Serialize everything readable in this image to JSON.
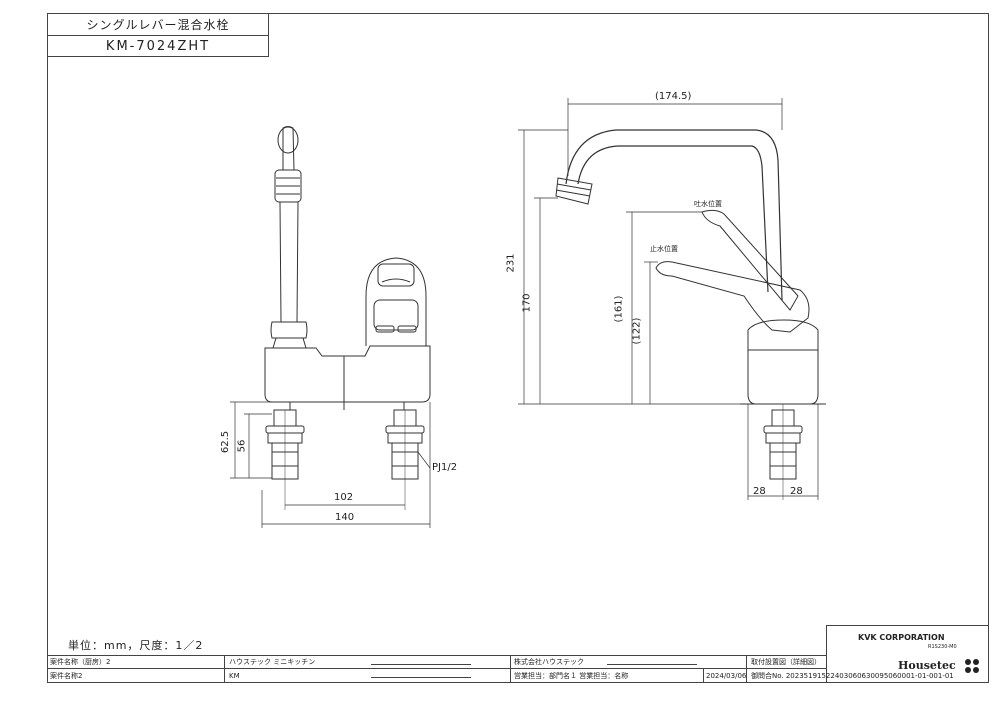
{
  "title": {
    "product_name": "シングルレバー混合水栓",
    "model": "KM-7024ZHT"
  },
  "dimensions": {
    "width_spout": "(174.5)",
    "height_total": "231",
    "height_spout": "170",
    "height_open": "(161)",
    "height_closed": "(122)",
    "height_shank": "62.5",
    "height_inlet": "56",
    "width_inner": "102",
    "width_outer": "140",
    "base_left": "28",
    "base_right": "28",
    "thread": "PJ1/2"
  },
  "labels": {
    "open_position": "吐水位置",
    "closed_position": "止水位置"
  },
  "unit_scale": "単位：mm，尺度：1／2",
  "title_block": {
    "case_name_1_label": "案件名称（厨房）2",
    "case_name_1_value": "ハウステック ミニキッチン",
    "case_name_2_label": "案件名称2",
    "case_name_2_value": "KM",
    "company": "株式会社ハウステック",
    "sales_person": "営業担当：部門名１ 営業担当：名称",
    "date": "2024/03/06",
    "drawing_type": "取付設置図（詳細図）",
    "inquiry_no": "御問合No. 20235191522403060630095060001-01-001-01"
  },
  "brand": {
    "kvk": "KVK CORPORATION",
    "kvk_code": "R1S230-M0",
    "housetec": "Housetec"
  }
}
